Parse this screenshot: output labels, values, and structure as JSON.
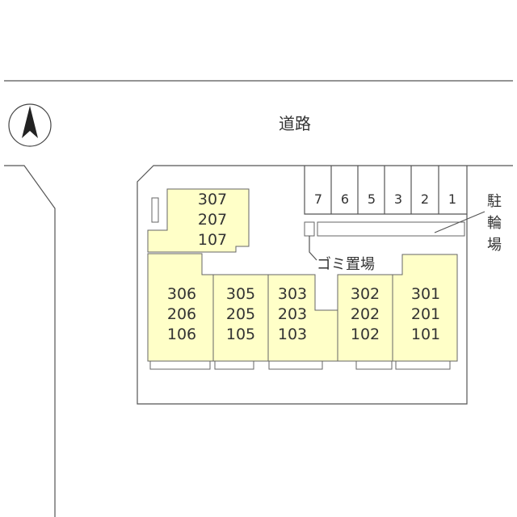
{
  "road_label": "道路",
  "garbage_label": "ゴミ置場",
  "bicycle_parking_label": [
    "駐",
    "輪",
    "場"
  ],
  "bicycle_slots": [
    "7",
    "6",
    "5",
    "3",
    "2",
    "1"
  ],
  "units": {
    "u307": [
      "307",
      "207",
      "107"
    ],
    "u306": [
      "306",
      "206",
      "106"
    ],
    "u305": [
      "305",
      "205",
      "105"
    ],
    "u303": [
      "303",
      "203",
      "103"
    ],
    "u302": [
      "302",
      "202",
      "102"
    ],
    "u301": [
      "301",
      "201",
      "101"
    ]
  },
  "colors": {
    "unit_fill": "#ffffc8",
    "line": "#555555"
  },
  "icons": {
    "compass": "north-arrow-icon"
  }
}
